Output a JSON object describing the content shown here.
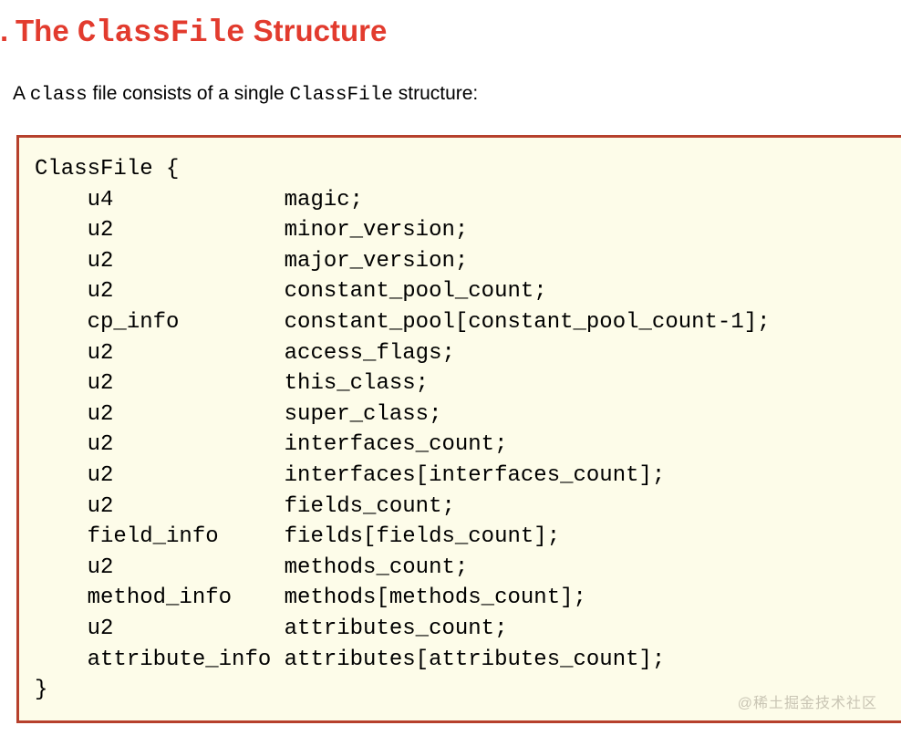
{
  "heading": {
    "fragment": ".",
    "pre": "The ",
    "code": "ClassFile",
    "post": " Structure"
  },
  "intro": {
    "t1": "A ",
    "c1": "class",
    "t2": " file consists of a single ",
    "c2": "ClassFile",
    "t3": " structure:"
  },
  "code_block": {
    "struct_name": "ClassFile",
    "members": [
      {
        "type": "u4",
        "declaration": "magic;"
      },
      {
        "type": "u2",
        "declaration": "minor_version;"
      },
      {
        "type": "u2",
        "declaration": "major_version;"
      },
      {
        "type": "u2",
        "declaration": "constant_pool_count;"
      },
      {
        "type": "cp_info",
        "declaration": "constant_pool[constant_pool_count-1];"
      },
      {
        "type": "u2",
        "declaration": "access_flags;"
      },
      {
        "type": "u2",
        "declaration": "this_class;"
      },
      {
        "type": "u2",
        "declaration": "super_class;"
      },
      {
        "type": "u2",
        "declaration": "interfaces_count;"
      },
      {
        "type": "u2",
        "declaration": "interfaces[interfaces_count];"
      },
      {
        "type": "u2",
        "declaration": "fields_count;"
      },
      {
        "type": "field_info",
        "declaration": "fields[fields_count];"
      },
      {
        "type": "u2",
        "declaration": "methods_count;"
      },
      {
        "type": "method_info",
        "declaration": "methods[methods_count];"
      },
      {
        "type": "u2",
        "declaration": "attributes_count;"
      },
      {
        "type": "attribute_info",
        "declaration": "attributes[attributes_count];"
      }
    ],
    "text": "ClassFile {\n    u4             magic;\n    u2             minor_version;\n    u2             major_version;\n    u2             constant_pool_count;\n    cp_info        constant_pool[constant_pool_count-1];\n    u2             access_flags;\n    u2             this_class;\n    u2             super_class;\n    u2             interfaces_count;\n    u2             interfaces[interfaces_count];\n    u2             fields_count;\n    field_info     fields[fields_count];\n    u2             methods_count;\n    method_info    methods[methods_count];\n    u2             attributes_count;\n    attribute_info attributes[attributes_count];\n}"
  },
  "watermark": "@稀土掘金技术社区",
  "colors": {
    "heading_red": "#e23b2e",
    "border_red": "#b6402c",
    "code_background": "#fdfce9",
    "watermark_gray": "#c9c5b4"
  }
}
